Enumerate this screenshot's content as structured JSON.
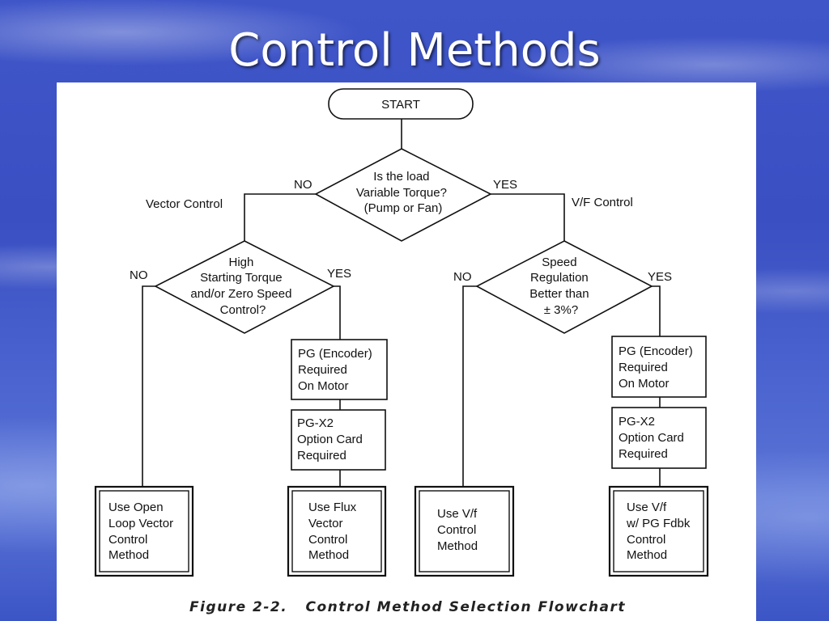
{
  "slide": {
    "title": "Control Methods"
  },
  "flowchart": {
    "start": "START",
    "decision_load": [
      "Is the load",
      "Variable Torque?",
      "(Pump or Fan)"
    ],
    "decision_torque": [
      "High",
      "Starting Torque",
      "and/or Zero Speed",
      "Control?"
    ],
    "decision_speed": [
      "Speed",
      "Regulation",
      "Better than",
      "± 3%?"
    ],
    "branch_labels": {
      "no": "NO",
      "yes": "YES",
      "vector_control": "Vector Control",
      "vf_control": "V/F Control"
    },
    "pg_required": [
      "PG (Encoder)",
      "Required",
      "On Motor"
    ],
    "pg_x2_card": [
      "PG-X2",
      "Option Card",
      "Required"
    ],
    "result_open_loop": [
      "Use Open",
      "Loop Vector",
      "Control",
      "Method"
    ],
    "result_flux_vector": [
      "Use Flux",
      "Vector",
      "Control",
      "Method"
    ],
    "result_vf": [
      "Use V/f",
      "Control",
      "Method"
    ],
    "result_vf_pg": [
      "Use V/f",
      "w/ PG Fdbk",
      "Control",
      "Method"
    ],
    "caption": "Figure 2-2.   Control Method Selection Flowchart"
  }
}
